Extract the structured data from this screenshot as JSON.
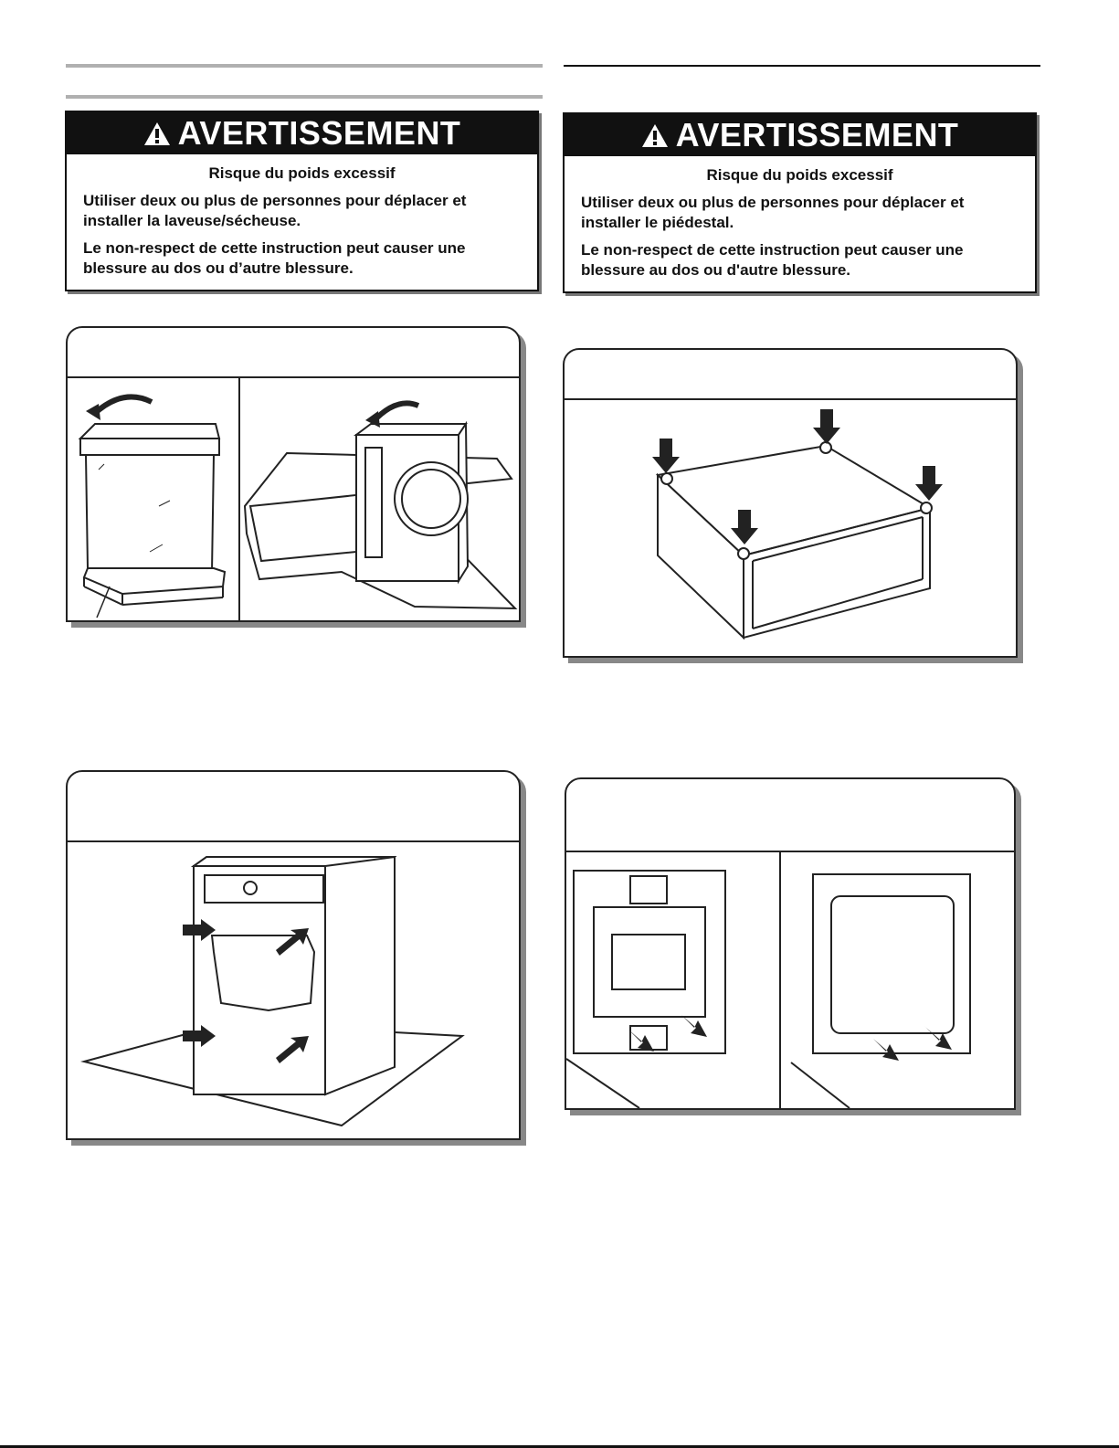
{
  "warnings": [
    {
      "title": "AVERTISSEMENT",
      "subtitle": "Risque du poids excessif",
      "line1": "Utiliser deux ou plus de personnes pour déplacer et installer la laveuse/sécheuse.",
      "line2": "Le non-respect de cette instruction peut causer une blessure au dos ou d’autre blessure."
    },
    {
      "title": "AVERTISSEMENT",
      "subtitle": "Risque du poids excessif",
      "line1": "Utiliser deux ou plus de personnes pour déplacer et installer le piédestal.",
      "line2": "Le non-respect de cette instruction peut causer une blessure au dos ou d'autre blessure."
    }
  ],
  "icons": {
    "warning": "warning-triangle-icon",
    "arrow": "push-arrow-icon"
  },
  "colors": {
    "ink": "#111111",
    "rule_gray": "#b0b0b0",
    "shadow": "#888888"
  }
}
